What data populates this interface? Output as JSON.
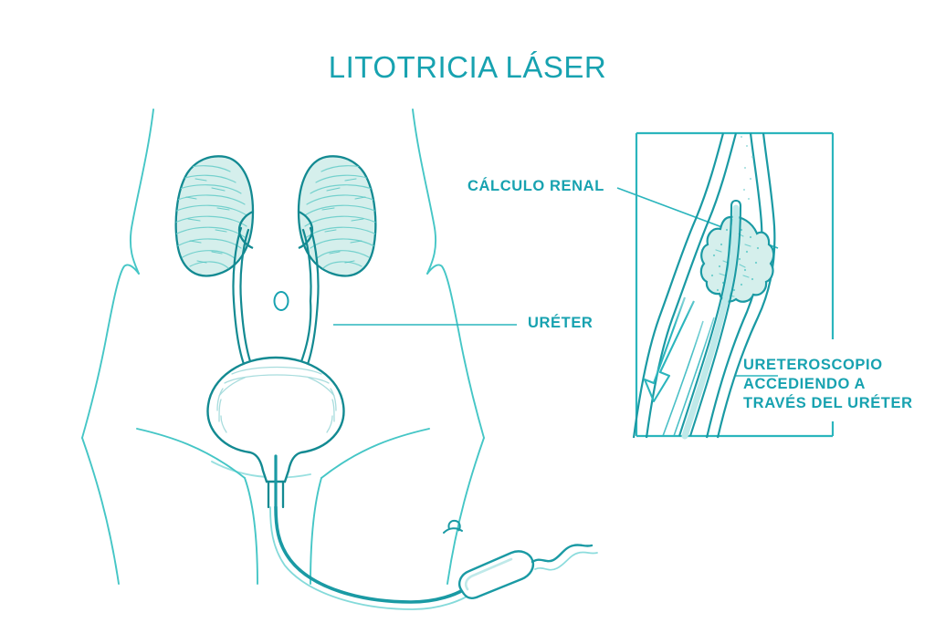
{
  "page": {
    "title": "LITOTRICIA LÁSER",
    "background_color": "#ffffff"
  },
  "colors": {
    "title": "#17a2b0",
    "label": "#17a2b0",
    "body_outline": "#45c6c6",
    "organ_outline": "#138a92",
    "organ_fill": "#d5efec",
    "panel_border": "#2bb5bd",
    "leader_line": "#2bb5bd",
    "scope": "#1a9aa4",
    "scope_fill": "#bfe9e9"
  },
  "labels": {
    "calculo_renal": "CÁLCULO RENAL",
    "ureter": "URÉTER",
    "ureteroscopio": "URETEROSCOPIO\nACCEDIENDO A\nTRAVÉS DEL URÉTER"
  },
  "diagram": {
    "main_view_name": "vista-anterior-aparato-urinario",
    "inset_view_name": "detalle-ureter-calculo",
    "organs": [
      "rinon-izquierdo",
      "rinon-derecho",
      "ureter-izquierdo",
      "ureter-derecho",
      "vejiga",
      "uretra",
      "ombligo"
    ],
    "instrument": "ureteroscopio"
  }
}
